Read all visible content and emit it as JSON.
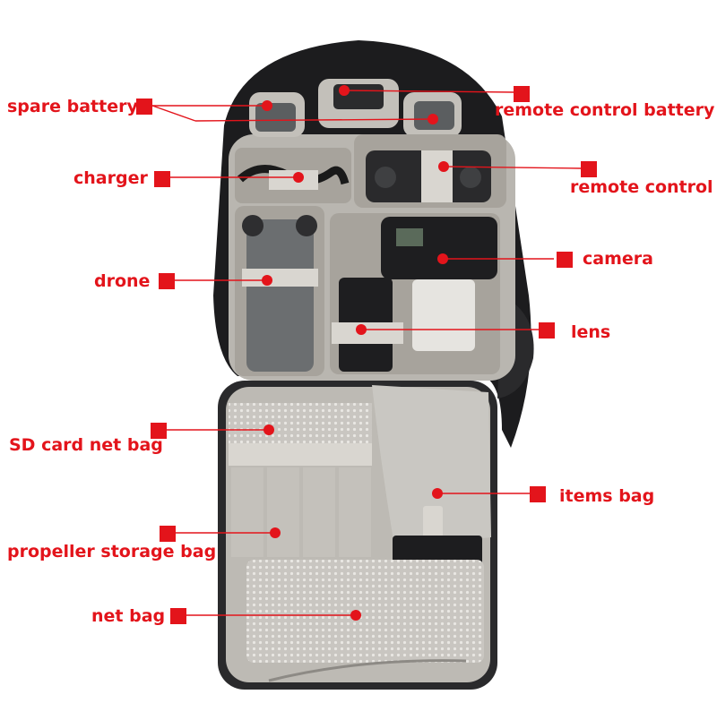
{
  "callouts": {
    "spare_battery": "spare battery",
    "remote_control_battery": "remote control battery",
    "charger": "charger",
    "remote_control": "remote control",
    "drone": "drone",
    "camera": "camera",
    "lens": "lens",
    "sd_card_net_bag": "SD card net bag",
    "items_bag": "items bag",
    "propeller_storage_bag": "propeller storage bag",
    "net_bag": "net bag"
  },
  "colors": {
    "annotation_red": "#e3141b",
    "bag_black": "#1c1c1e",
    "lining_grey": "#b9b6b0",
    "divider_grey": "#a7a39c",
    "strap_light": "#d9d6d0",
    "drone_grey": "#6b6e70"
  }
}
